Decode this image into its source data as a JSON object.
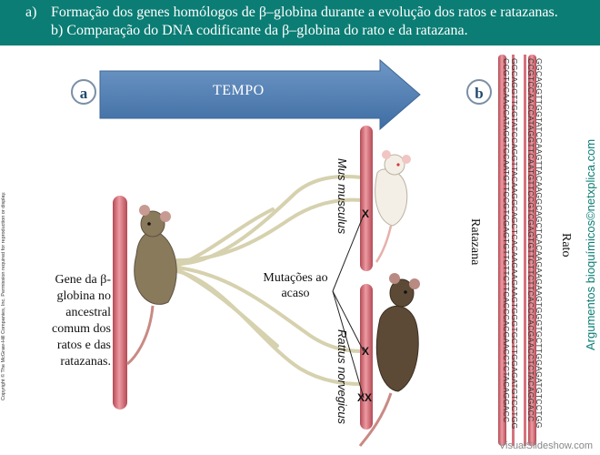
{
  "header": {
    "line1_label": "a)",
    "line1_text": "Formação dos genes homólogos de β–globina durante a evolução dos ratos e ratazanas.",
    "line2_text": "b) Comparação do DNA codificante da β–globina do rato e da ratazana."
  },
  "copyright": "Copyright © The McGraw-Hill Companies, Inc. Permission required for reproduction or display.",
  "panel_a": {
    "label": "a",
    "arrow_label": "TEMPO",
    "gene_text": [
      "Gene da β-",
      "globina no",
      "ancestral",
      "comum dos",
      "ratos e das",
      "ratazanas."
    ],
    "species_top": "Mus musculus",
    "species_bottom": "Rattus norvegicus",
    "mutation_label": [
      "Mutações ao",
      "acaso"
    ],
    "mark_single": "X",
    "mark_double": "XX"
  },
  "panel_b": {
    "label": "b",
    "seq_rato_top": "GGCAGGTTGGTATCCAGGTTACAAGGCAGCTCACAAGAAGAAGTGGGTGCTTGGAGATGTCCTGG",
    "seq_rato_bottom": "CCGTCCAACCATAGGTCCAATGTTCCGTCGAGTGTTCTTCTTCACCCACGAACCTCTACAGGACC",
    "seq_rat_top": "GGCAGGTTGGTATCCAAGTTACAAGGCAGCTCACAAGAAGAAGTGGGTGCTTGGAGATGTCCTGG",
    "seq_rat_bottom": "CCGTCCAACCATAGGTTCAATGTTCCGTCGAGTGTTCTTCTTCACCCACGAACCTCTACAGGACC",
    "label_rato": "Rato",
    "label_ratazana": "Ratazana"
  },
  "side_credit": "Argumentos bioquímicos©netxplica.com",
  "footer": "VisualSlideshow.com",
  "colors": {
    "header_bg": "#0b7d74",
    "arrow": "#5b86b8",
    "chromosome": "#d6727c",
    "branch": "#d8d3b3",
    "mutation_highlight": "#cc1f1f",
    "credit": "#0b7d74"
  }
}
